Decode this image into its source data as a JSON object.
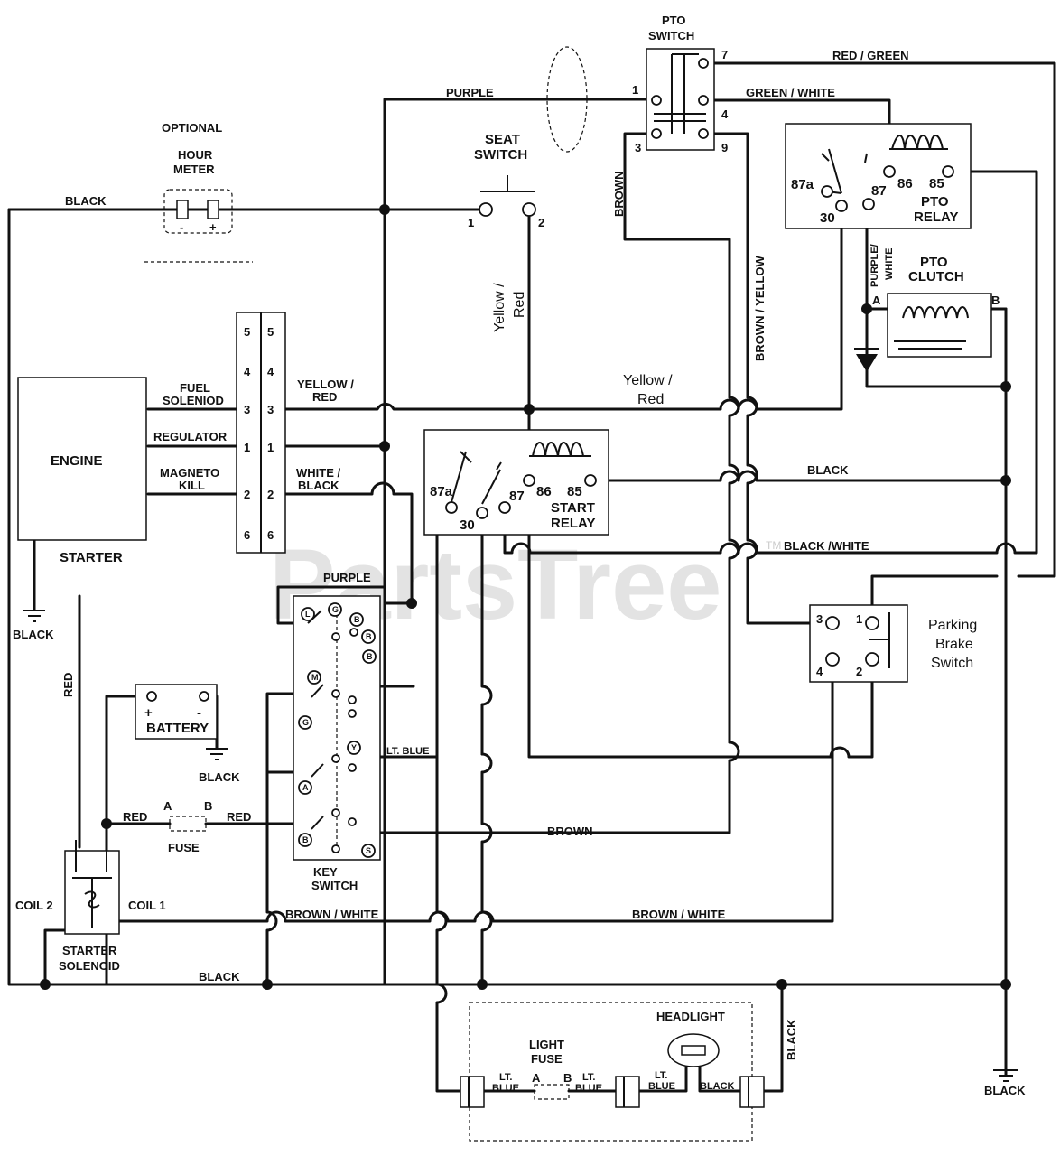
{
  "watermark": "PartsTree",
  "watermark_tm": "TM",
  "components": {
    "hour_meter": {
      "optional": "OPTIONAL",
      "line1": "HOUR",
      "line2": "METER",
      "minus": "-",
      "plus": "+"
    },
    "pto_switch": {
      "line1": "PTO",
      "line2": "SWITCH",
      "pins": [
        "1",
        "3",
        "4",
        "7",
        "9"
      ]
    },
    "seat_switch": {
      "line1": "SEAT",
      "line2": "SWITCH",
      "pins": [
        "1",
        "2"
      ]
    },
    "pto_relay": {
      "line1": "PTO",
      "line2": "RELAY",
      "pins": [
        "87a",
        "30",
        "87",
        "86",
        "85"
      ]
    },
    "pto_clutch": {
      "line1": "PTO",
      "line2": "CLUTCH",
      "a": "A",
      "b": "B"
    },
    "engine": {
      "label": "ENGINE",
      "starter": "STARTER",
      "fuel1": "FUEL",
      "fuel2": "SOLENIOD",
      "regulator": "REGULATOR",
      "mag1": "MAGNETO",
      "mag2": "KILL"
    },
    "connector_pins": [
      "5",
      "4",
      "3",
      "1",
      "2",
      "6"
    ],
    "start_relay": {
      "line1": "START",
      "line2": "RELAY",
      "pins": [
        "87a",
        "30",
        "87",
        "86",
        "85"
      ]
    },
    "parking_brake": {
      "line1": "Parking",
      "line2": "Brake",
      "line3": "Switch",
      "pins": [
        "3",
        "1",
        "4",
        "2"
      ]
    },
    "battery": {
      "label": "BATTERY",
      "plus": "+",
      "minus": "-"
    },
    "fuse": {
      "label": "FUSE",
      "a": "A",
      "b": "B"
    },
    "key_switch": {
      "line1": "KEY",
      "line2": "SWITCH",
      "letters": [
        "G",
        "B",
        "L",
        "B",
        "B",
        "M",
        "G",
        "Y",
        "A",
        "B",
        "S"
      ]
    },
    "starter_solenoid": {
      "line1": "STARTER",
      "line2": "SOLENOID",
      "coil1": "COIL 1",
      "coil2": "COIL 2"
    },
    "headlight": {
      "label": "HEADLIGHT"
    },
    "light_fuse": {
      "line1": "LIGHT",
      "line2": "FUSE",
      "a": "A",
      "b": "B"
    }
  },
  "wires": {
    "red_green": "RED / GREEN",
    "purple_top": "PURPLE",
    "green_white": "GREEN / WHITE",
    "black_top": "BLACK",
    "brown_v": "BROWN",
    "yellow_red_v1": "Yellow /",
    "yellow_red_v2": "Red",
    "brown_yellow_v": "BROWN / YELLOW",
    "purple_white1": "PURPLE/",
    "purple_white2": "WHITE",
    "yellow_red_h1": "YELLOW /",
    "yellow_red_h2": "RED",
    "yellow_red_mid1": "Yellow /",
    "yellow_red_mid2": "Red",
    "white_black1": "WHITE /",
    "white_black2": "BLACK",
    "black_mid": "BLACK",
    "black_white": "BLACK /WHITE",
    "purple_key": "PURPLE",
    "black_ground_left": "BLACK",
    "red_v": "RED",
    "black_batt": "BLACK",
    "lt_blue": "LT. BLUE",
    "red_1": "RED",
    "red_2": "RED",
    "brown_h": "BROWN",
    "brown_white_1": "BROWN / WHITE",
    "brown_white_2": "BROWN / WHITE",
    "black_bottom": "BLACK",
    "black_v_right": "BLACK",
    "black_ground_right": "BLACK",
    "lt1": "LT.",
    "blue1": "BLUE",
    "lt2": "LT.",
    "blue2": "BLUE",
    "lt3": "LT.",
    "blue3": "BLUE",
    "black_head": "BLACK"
  }
}
